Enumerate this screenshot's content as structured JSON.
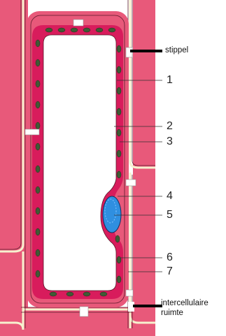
{
  "colors": {
    "cell_wall": "#e8597a",
    "cell_wall_dark": "#c83a5c",
    "middle_lamella": "#f6f1cf",
    "cytoplasm": "#d81c5c",
    "vacuole": "#ffffff",
    "chloroplast": "#3f5b35",
    "nucleus": "#2f8fe0",
    "pit": "#ffffff",
    "leader_line": "#333333"
  },
  "labels": {
    "stippel": "stippel",
    "n1": "1",
    "n2": "2",
    "n3": "3",
    "n4": "4",
    "n5": "5",
    "n6": "6",
    "n7": "7",
    "intercellular_line1": "intercellulaire",
    "intercellular_line2": "ruimte"
  }
}
